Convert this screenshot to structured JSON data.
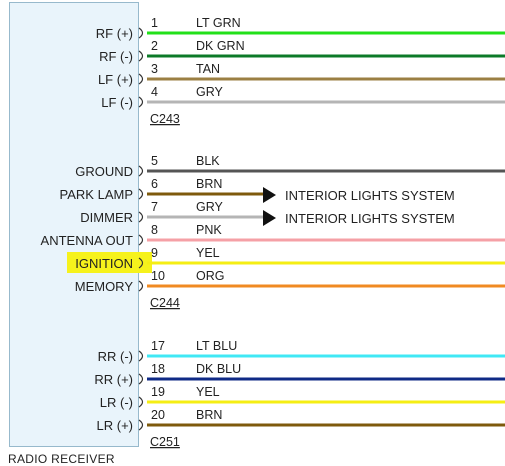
{
  "component": {
    "title": "RADIO RECEIVER"
  },
  "connectors": [
    {
      "name": "C243",
      "pins": [
        {
          "label": "RF (+)",
          "number": "1",
          "color_name": "LT GRN",
          "wire_color": "#22e01a"
        },
        {
          "label": "RF (-)",
          "number": "2",
          "color_name": "DK GRN",
          "wire_color": "#0c7a28"
        },
        {
          "label": "LF (+)",
          "number": "3",
          "color_name": "TAN",
          "wire_color": "#9b7f43"
        },
        {
          "label": "LF (-)",
          "number": "4",
          "color_name": "GRY",
          "wire_color": "#b5b5b5"
        }
      ]
    },
    {
      "name": "C244",
      "pins": [
        {
          "label": "GROUND",
          "number": "5",
          "color_name": "BLK",
          "wire_color": "#555555"
        },
        {
          "label": "PARK LAMP",
          "number": "6",
          "color_name": "BRN",
          "wire_color": "#7e5a0c",
          "destination": "INTERIOR LIGHTS SYSTEM"
        },
        {
          "label": "DIMMER",
          "number": "7",
          "color_name": "GRY",
          "wire_color": "#b5b5b5",
          "destination": "INTERIOR LIGHTS SYSTEM"
        },
        {
          "label": "ANTENNA OUT",
          "number": "8",
          "color_name": "PNK",
          "wire_color": "#f5a0a6"
        },
        {
          "label": "IGNITION",
          "number": "9",
          "color_name": "YEL",
          "wire_color": "#f5ee14",
          "highlight": "#f6f21c"
        },
        {
          "label": "MEMORY",
          "number": "10",
          "color_name": "ORG",
          "wire_color": "#f08a22"
        }
      ]
    },
    {
      "name": "C251",
      "pins": [
        {
          "label": "RR (-)",
          "number": "17",
          "color_name": "LT BLU",
          "wire_color": "#40e8f5"
        },
        {
          "label": "RR (+)",
          "number": "18",
          "color_name": "DK BLU",
          "wire_color": "#0f2a86"
        },
        {
          "label": "LR (-)",
          "number": "19",
          "color_name": "YEL",
          "wire_color": "#f5ee14"
        },
        {
          "label": "LR (+)",
          "number": "20",
          "color_name": "BRN",
          "wire_color": "#7e5a0c"
        }
      ]
    }
  ]
}
